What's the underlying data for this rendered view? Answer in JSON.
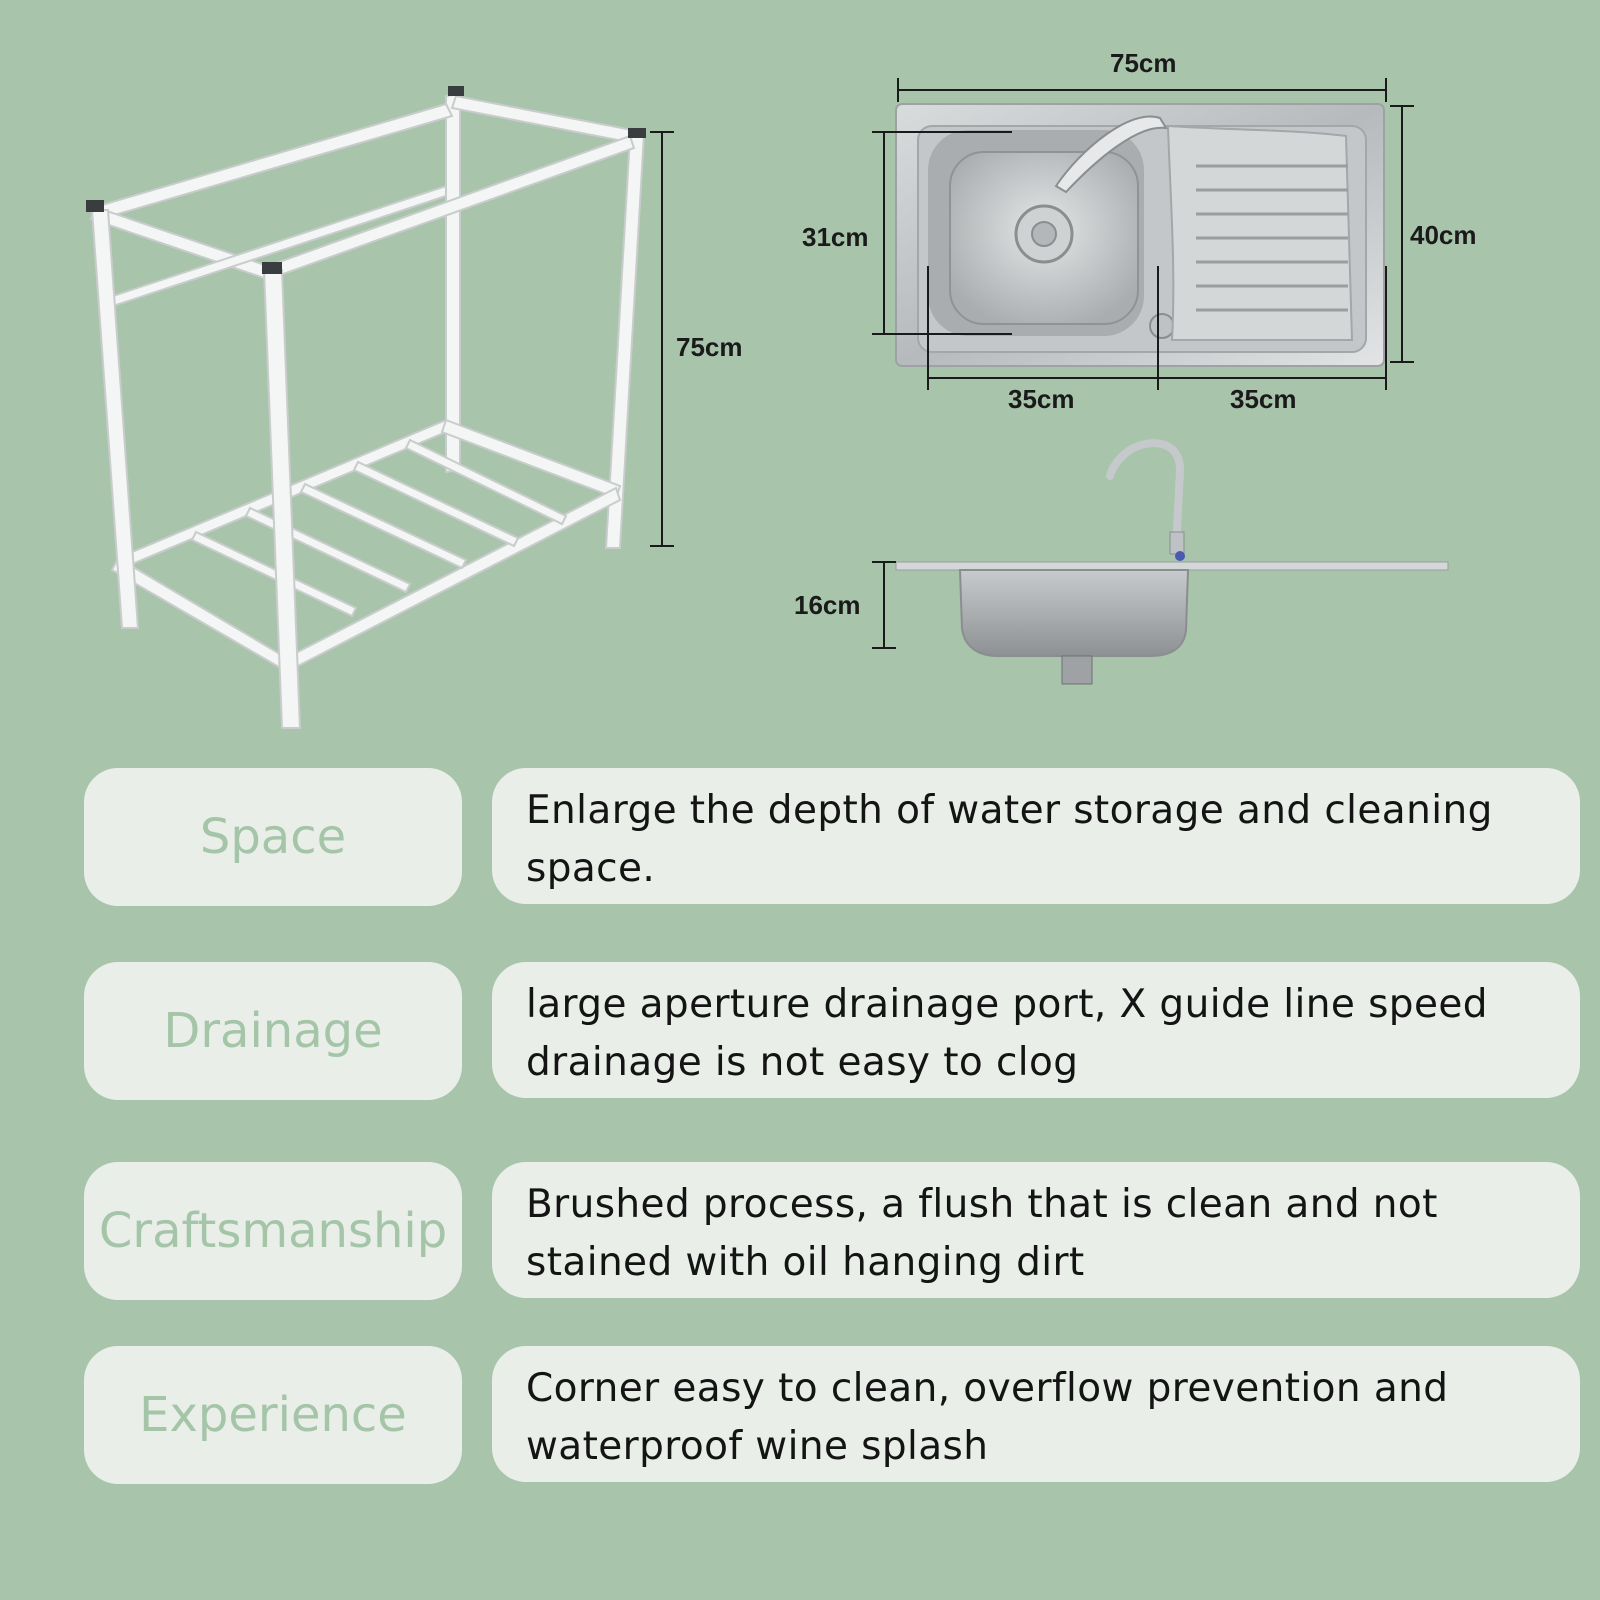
{
  "dimensions": {
    "stand_height": "75cm",
    "sink_length": "75cm",
    "sink_width": "40cm",
    "bowl_width": "31cm",
    "bowl_length": "35cm",
    "drainboard_length": "35cm",
    "bowl_depth": "16cm"
  },
  "features": [
    {
      "label": "Space",
      "description": "Enlarge the depth of water storage and cleaning space."
    },
    {
      "label": "Drainage",
      "description": "large aperture drainage port, X guide line speed drainage is not easy to clog"
    },
    {
      "label": "Craftsmanship",
      "description": "Brushed process, a flush that is clean and not stained with oil hanging dirt"
    },
    {
      "label": "Experience",
      "description": "Corner easy to clean, overflow prevention and waterproof wine splash"
    }
  ],
  "colors": {
    "background": "#a8c4aa",
    "pill": "#e9eee9",
    "label_text": "#a5c5a8",
    "description_text": "#141414"
  }
}
